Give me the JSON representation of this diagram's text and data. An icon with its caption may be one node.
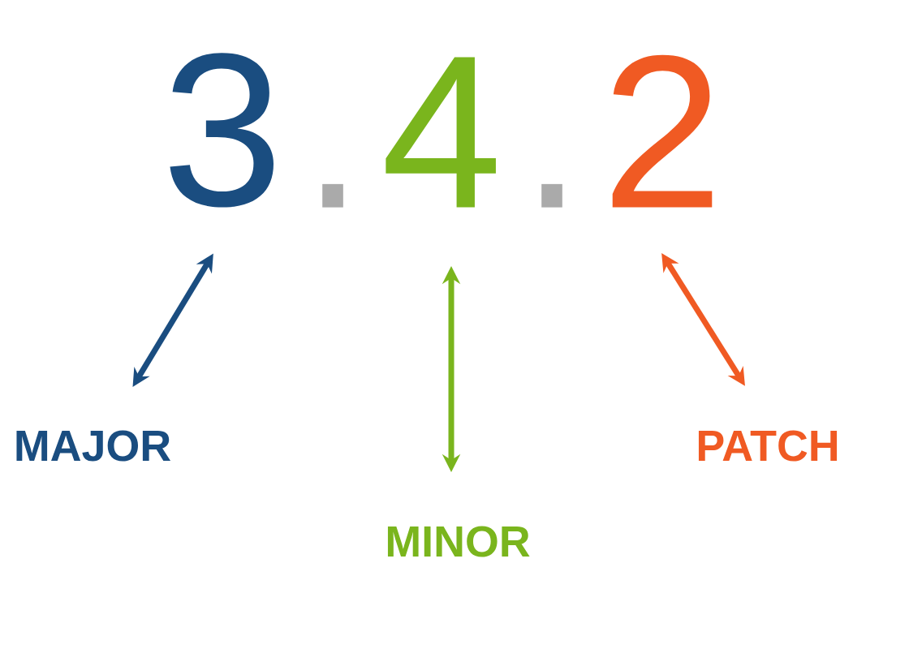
{
  "diagram": {
    "nodes": [
      {
        "text": [
          "3"
        ]
      },
      {
        "text": [
          "4"
        ]
      },
      {
        "text": [
          "2"
        ]
      },
      {
        "text": [
          "MAJOR"
        ]
      },
      {
        "text": [
          "MINOR"
        ]
      },
      {
        "text": [
          "PATCH"
        ]
      }
    ],
    "edges": [
      {
        "from": 0,
        "to": 3,
        "arrow": "both",
        "color": "#1a4d80"
      },
      {
        "from": 1,
        "to": 4,
        "arrow": "both",
        "color": "#7ab51d"
      },
      {
        "from": 2,
        "to": 5,
        "arrow": "both",
        "color": "#f05a23"
      }
    ],
    "labels": [
      ".",
      "."
    ]
  }
}
